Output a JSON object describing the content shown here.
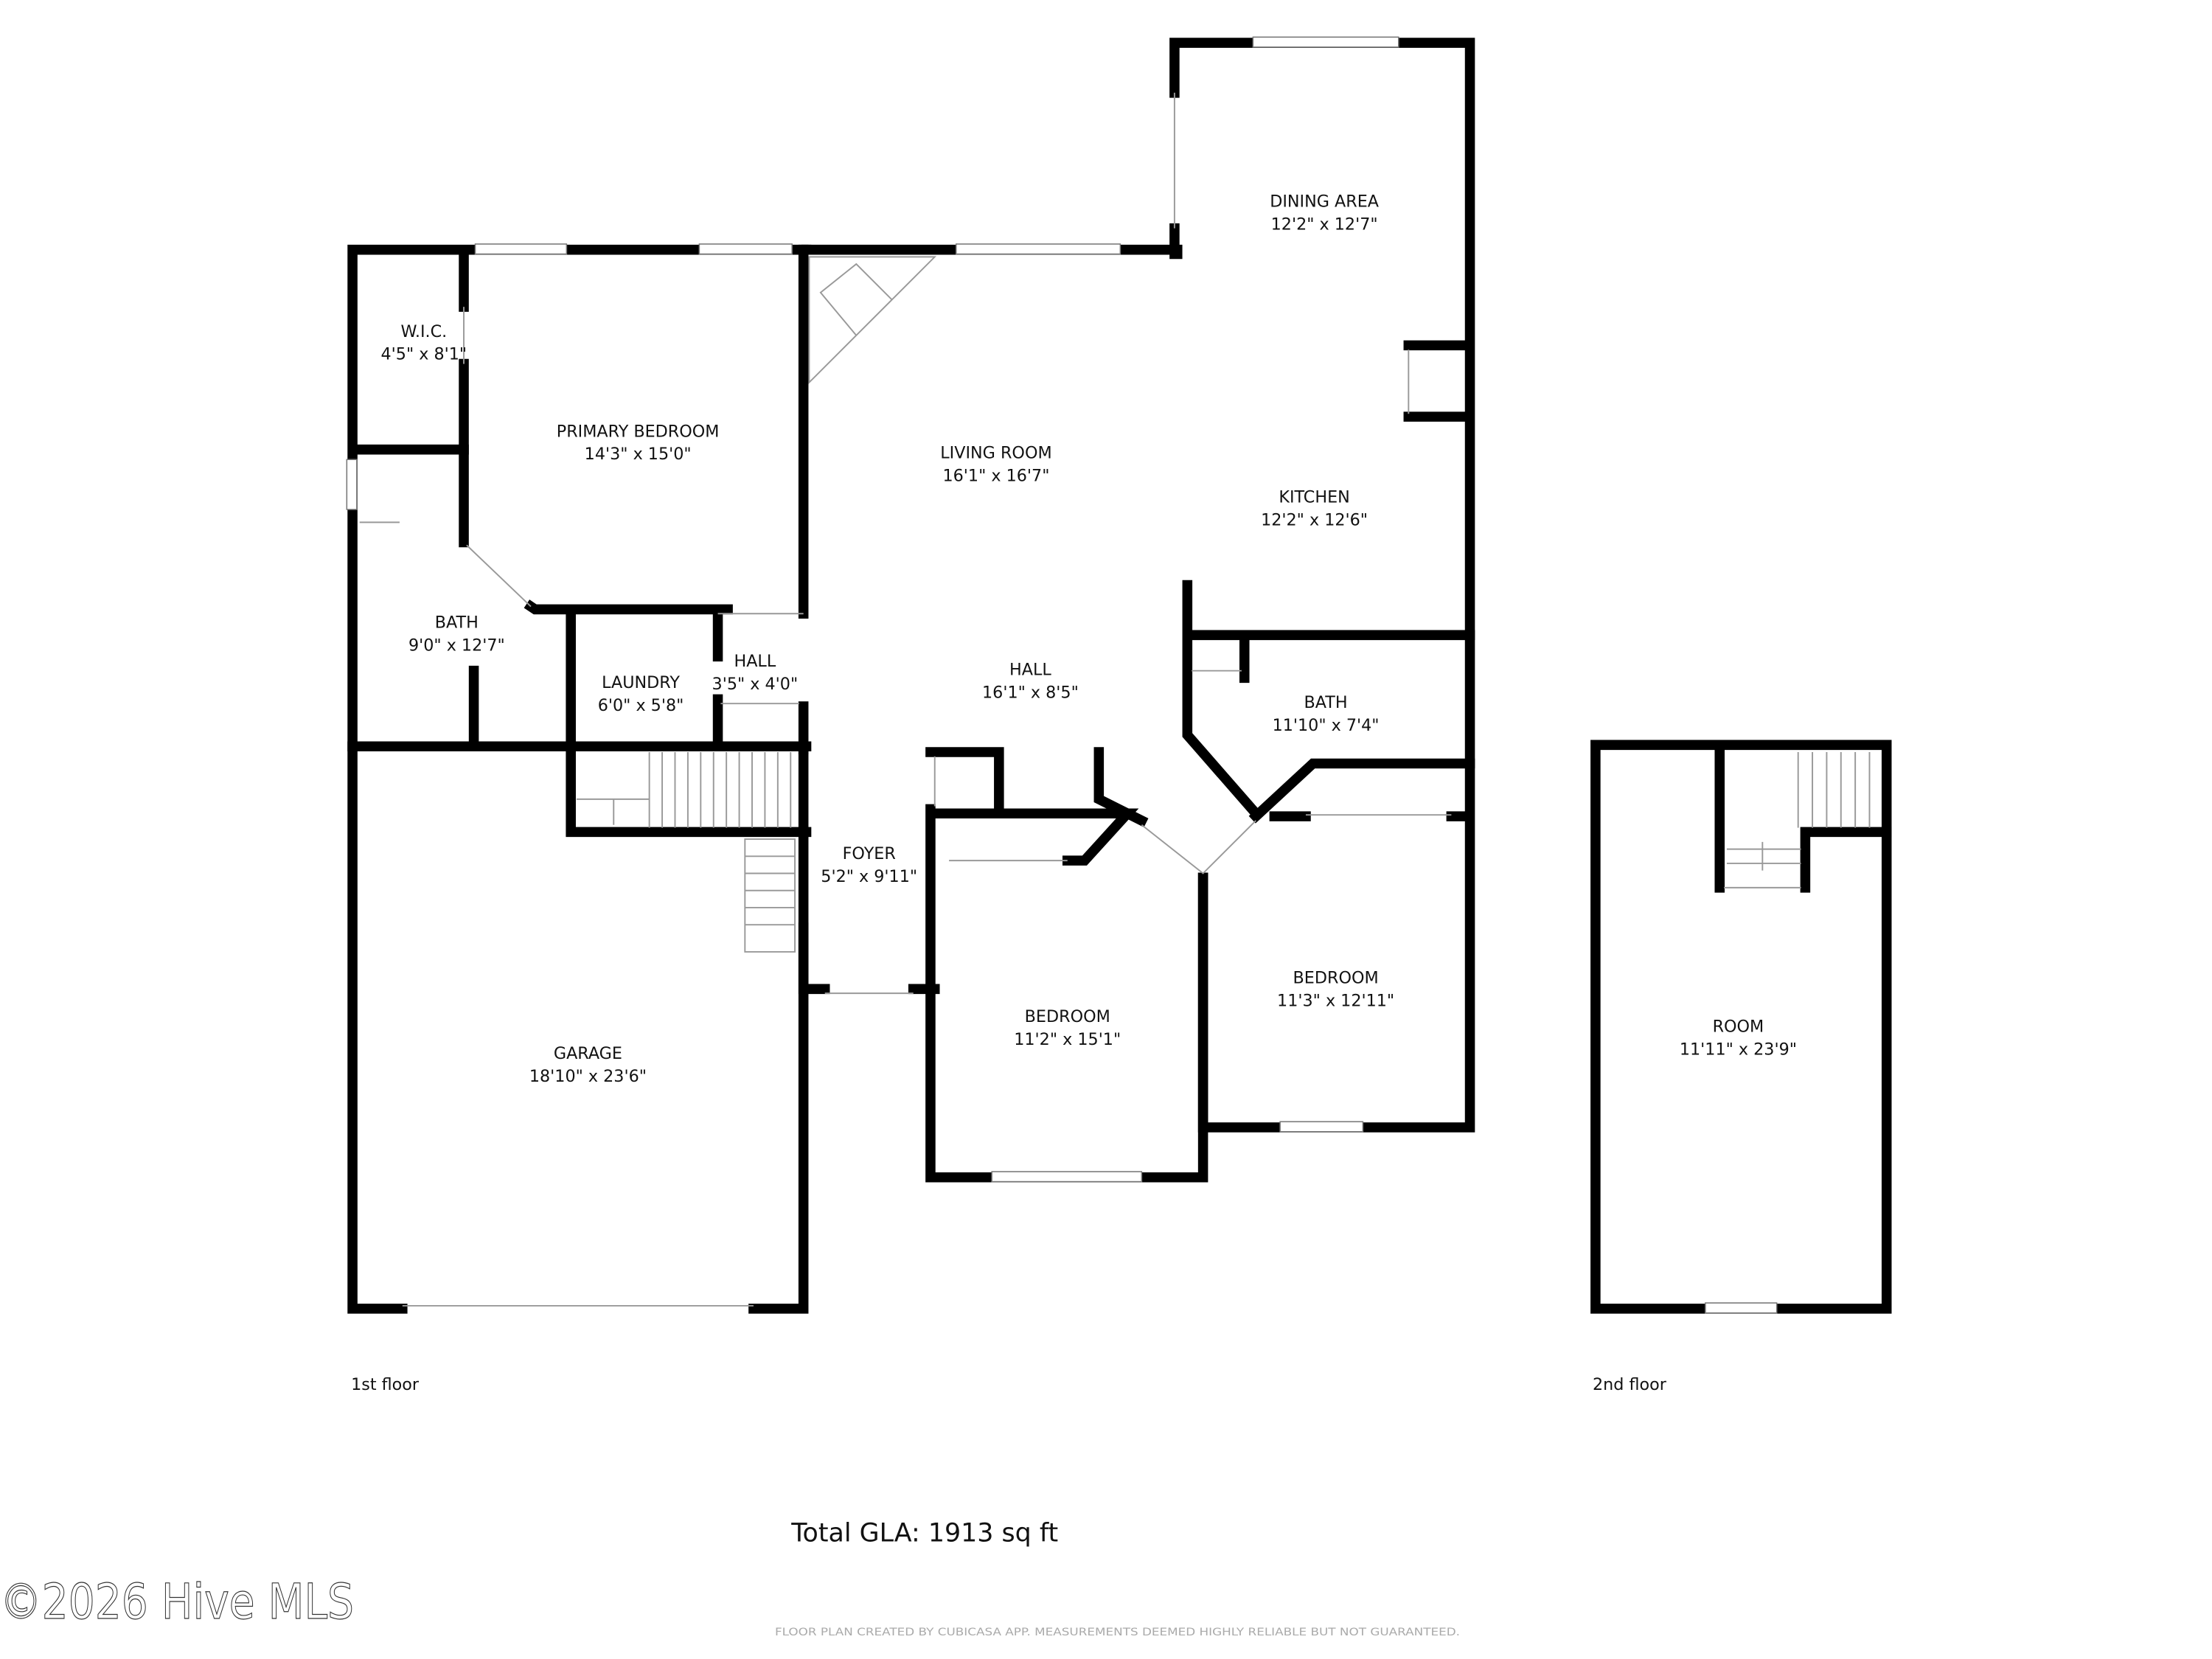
{
  "floors": [
    {
      "label": "1st floor",
      "rooms": [
        {
          "name": "W.I.C.",
          "dims": "4'5\" x 8'1\""
        },
        {
          "name": "PRIMARY BEDROOM",
          "dims": "14'3\" x 15'0\""
        },
        {
          "name": "LIVING ROOM",
          "dims": "16'1\" x 16'7\""
        },
        {
          "name": "DINING AREA",
          "dims": "12'2\" x 12'7\""
        },
        {
          "name": "KITCHEN",
          "dims": "12'2\" x 12'6\""
        },
        {
          "name": "BATH",
          "dims": "9'0\" x 12'7\""
        },
        {
          "name": "LAUNDRY",
          "dims": "6'0\" x 5'8\""
        },
        {
          "name": "HALL",
          "dims": "3'5\" x 4'0\""
        },
        {
          "name": "HALL",
          "dims": "16'1\" x 8'5\""
        },
        {
          "name": "BATH",
          "dims": "11'10\" x 7'4\""
        },
        {
          "name": "FOYER",
          "dims": "5'2\" x 9'11\""
        },
        {
          "name": "BEDROOM",
          "dims": "11'2\" x 15'1\""
        },
        {
          "name": "BEDROOM",
          "dims": "11'3\" x 12'11\""
        },
        {
          "name": "GARAGE",
          "dims": "18'10\" x 23'6\""
        }
      ]
    },
    {
      "label": "2nd floor",
      "rooms": [
        {
          "name": "ROOM",
          "dims": "11'11\" x 23'9\""
        }
      ]
    }
  ],
  "total_gla": "Total GLA: 1913 sq ft",
  "watermark": "©2026 Hive MLS",
  "disclaimer": "FLOOR PLAN CREATED BY CUBICASA APP. MEASUREMENTS DEEMED HIGHLY RELIABLE BUT NOT GUARANTEED."
}
